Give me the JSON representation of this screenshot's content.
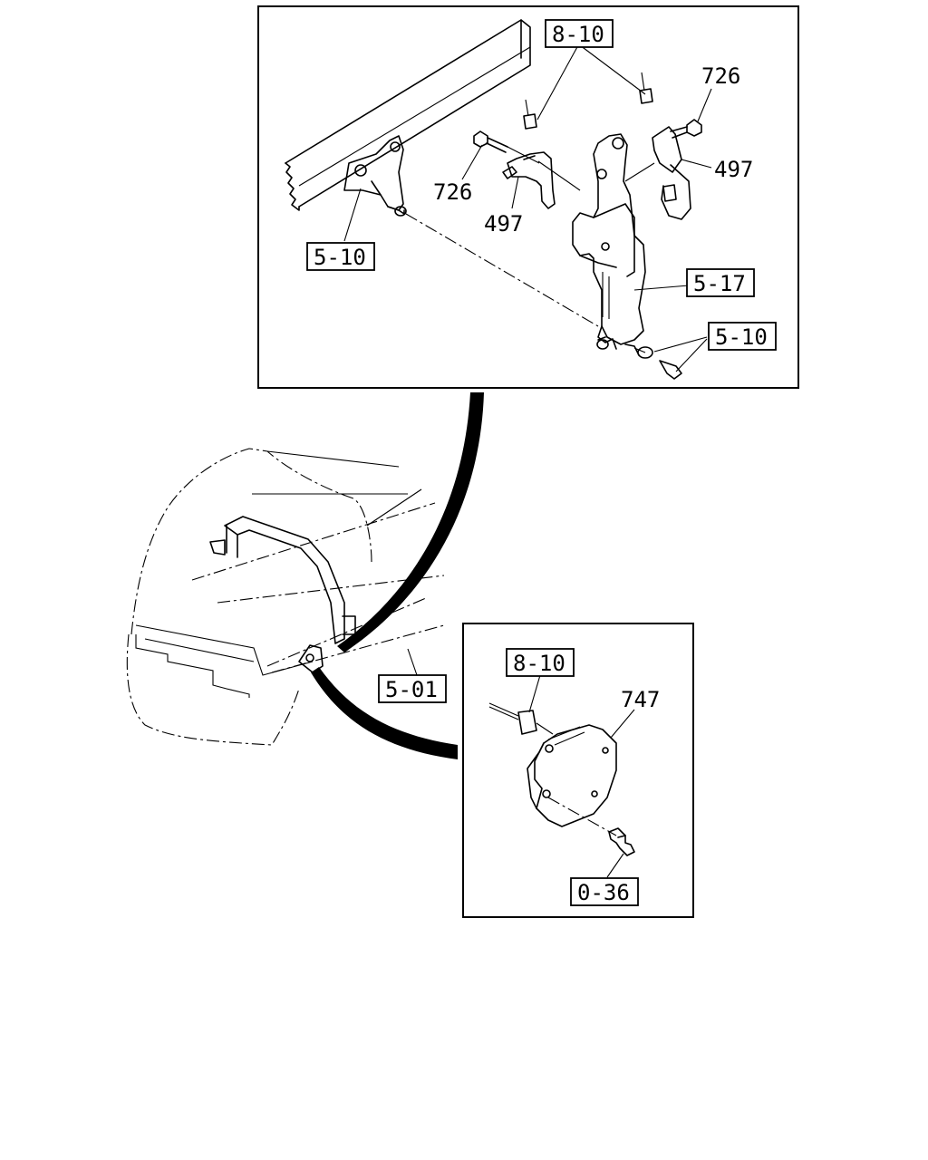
{
  "callouts": {
    "top_8_10": "8-10",
    "top_726_right": "726",
    "top_497_right": "497",
    "top_726_left": "726",
    "top_497_left": "497",
    "top_5_10_left": "5-10",
    "top_5_17": "5-17",
    "top_5_10_bottom": "5-10",
    "vehicle_5_01": "5-01",
    "bottom_8_10": "8-10",
    "bottom_747": "747",
    "bottom_0_36": "0-36"
  }
}
